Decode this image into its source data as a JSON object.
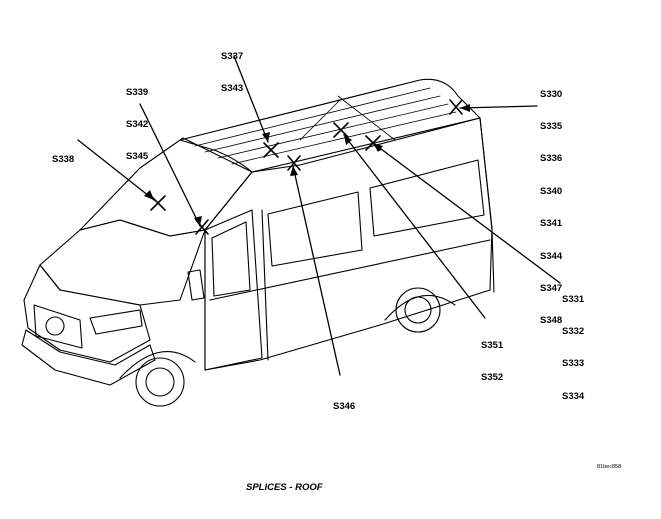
{
  "caption": "SPLICES - ROOF",
  "figure_code": "81bec858",
  "splice_groups": [
    {
      "id": "top-center",
      "labels": [
        "S337",
        "S343"
      ]
    },
    {
      "id": "left-upper",
      "labels": [
        "S339",
        "S342",
        "S345"
      ]
    },
    {
      "id": "left",
      "labels": [
        "S338"
      ]
    },
    {
      "id": "right-upper",
      "labels": [
        "S330",
        "S335",
        "S336",
        "S340",
        "S341",
        "S344",
        "S347",
        "S348"
      ]
    },
    {
      "id": "right-lower",
      "labels": [
        "S331",
        "S332",
        "S333",
        "S334"
      ]
    },
    {
      "id": "center-lower",
      "labels": [
        "S351",
        "S352"
      ]
    },
    {
      "id": "bottom",
      "labels": [
        "S346"
      ]
    }
  ]
}
